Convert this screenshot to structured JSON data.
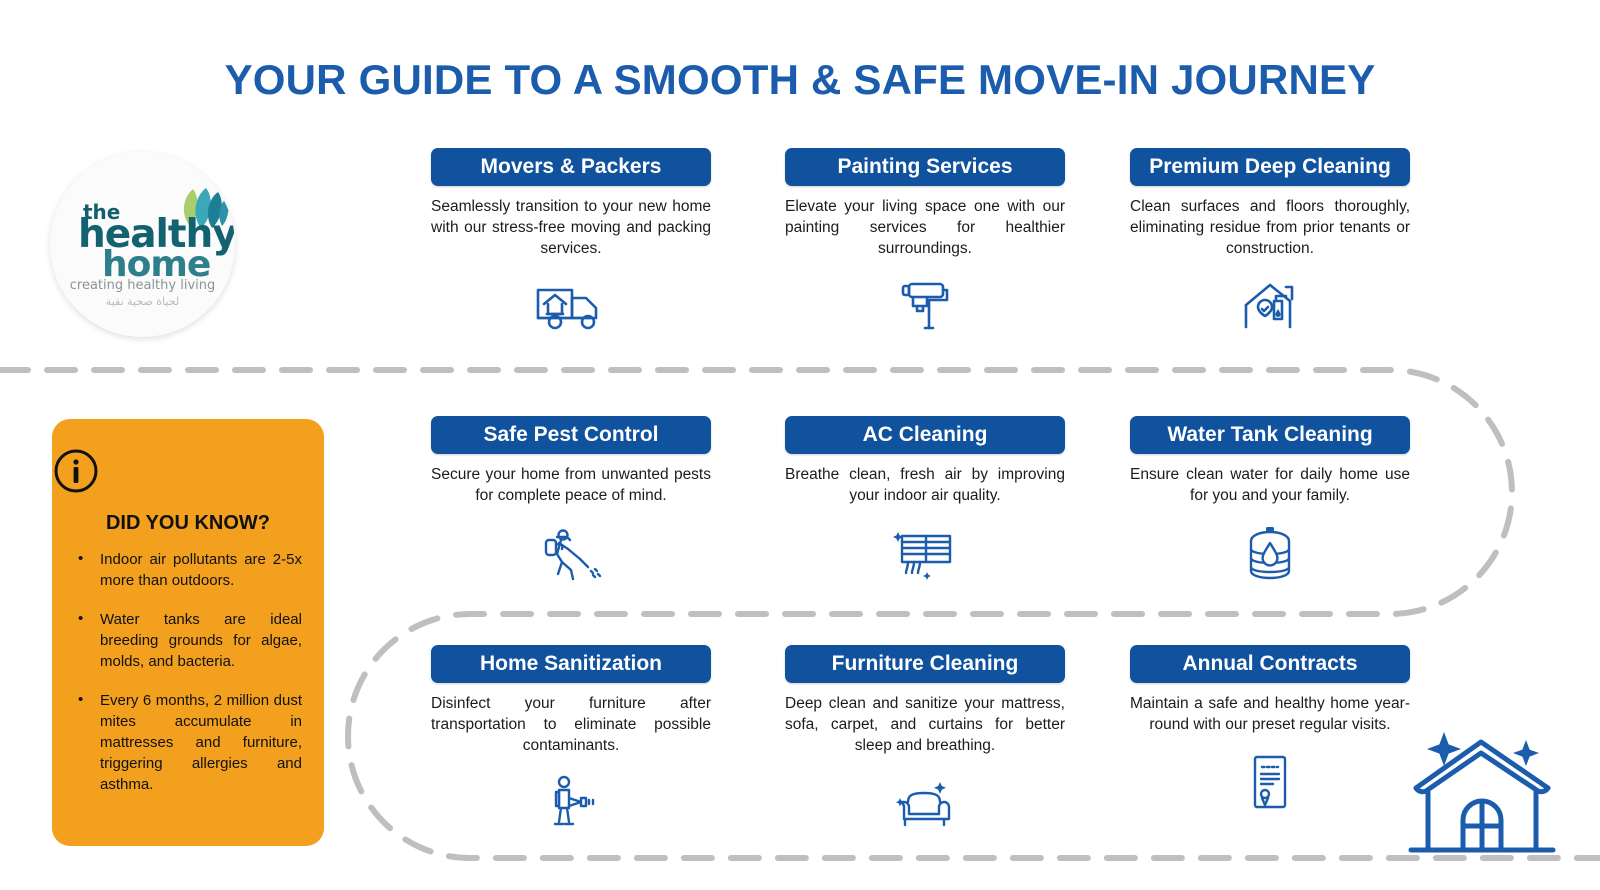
{
  "page": {
    "title": "YOUR GUIDE TO A SMOOTH & SAFE MOVE-IN JOURNEY",
    "background_color": "#FFFFFF",
    "title_color": "#1B5CAD",
    "pill_color": "#10529E",
    "panel_color": "#F2A01E",
    "path_color": "#BFBFBF",
    "icon_color": "#1B5CAD"
  },
  "logo": {
    "word_the": "the",
    "word_healthy": "healthy",
    "word_home": "home",
    "tagline": "creating healthy living",
    "tagline_arabic": "لحياة صحية نقية",
    "leaf_icon": "butterfly-leaf-icon"
  },
  "cards": [
    {
      "id": "movers-packers",
      "title": "Movers & Packers",
      "description": "Seamlessly transition to your new home with our stress-free moving and packing services.",
      "icon": "moving-truck-icon"
    },
    {
      "id": "painting-services",
      "title": "Painting Services",
      "description": "Elevate your living space one with our painting services for healthier surroundings.",
      "icon": "paint-roller-icon"
    },
    {
      "id": "premium-deep-cleaning",
      "title": "Premium Deep Cleaning",
      "description": "Clean surfaces and floors thoroughly, eliminating residue from prior tenants or construction.",
      "icon": "house-spray-bottle-icon"
    },
    {
      "id": "safe-pest-control",
      "title": "Safe Pest Control",
      "description": "Secure your home from unwanted pests for complete peace of mind.",
      "icon": "pest-sprayer-worker-icon"
    },
    {
      "id": "ac-cleaning",
      "title": "AC Cleaning",
      "description": "Breathe clean, fresh air by improving your indoor air quality.",
      "icon": "air-conditioner-icon"
    },
    {
      "id": "water-tank-cleaning",
      "title": "Water Tank Cleaning",
      "description": "Ensure clean water for daily home use for you and your family.",
      "icon": "water-tank-droplet-icon"
    },
    {
      "id": "home-sanitization",
      "title": "Home Sanitization",
      "description": "Disinfect your furniture after transportation to eliminate possible contaminants.",
      "icon": "sanitization-fogger-worker-icon"
    },
    {
      "id": "furniture-cleaning",
      "title": "Furniture Cleaning",
      "description": "Deep clean and sanitize your mattress, sofa, carpet, and curtains for better sleep and breathing.",
      "icon": "sparkling-sofa-icon"
    },
    {
      "id": "annual-contracts",
      "title": "Annual Contracts",
      "description": "Maintain a safe and healthy home year-round with our preset regular visits.",
      "icon": "contract-document-icon"
    }
  ],
  "did_you_know": {
    "icon": "info-circle-icon",
    "heading": "DID YOU KNOW?",
    "facts": [
      "Indoor air pollutants are 2-5x more than outdoors.",
      "Water tanks are ideal breeding grounds for algae, molds, and bacteria.",
      "Every 6 months, 2 million dust mites accumulate in mattresses and furniture, triggering allergies and asthma."
    ]
  },
  "decoration": {
    "house_icon": "sparkling-house-icon"
  }
}
